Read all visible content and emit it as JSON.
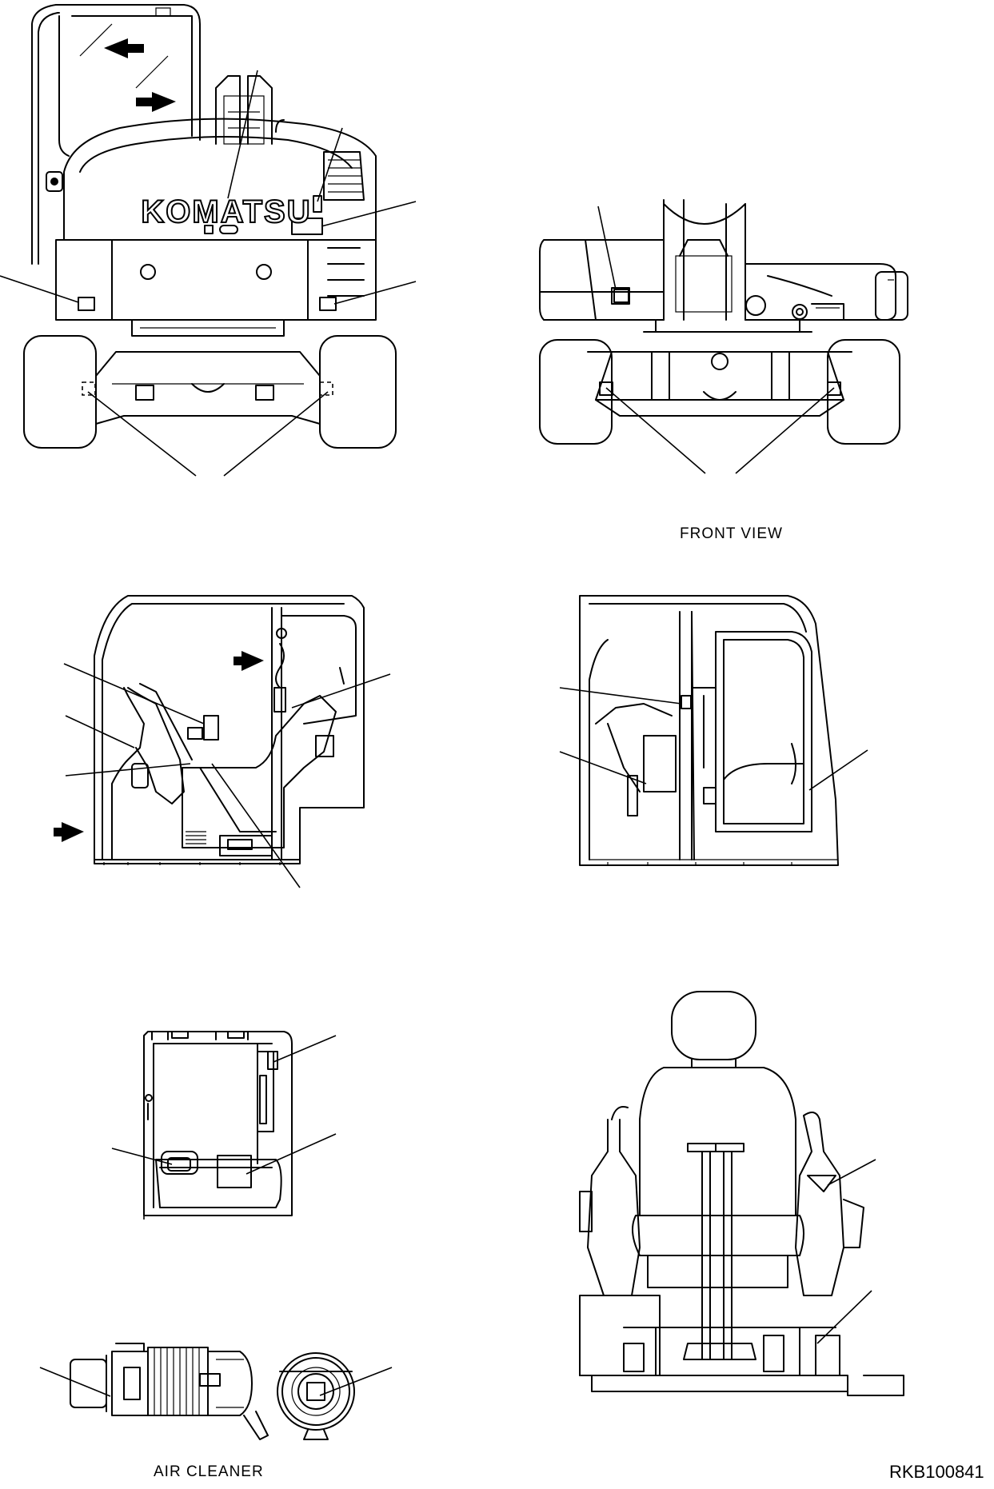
{
  "labels": {
    "front_view": "FRONT VIEW",
    "air_cleaner": "AIR CLEANER",
    "drawing_code": "RKB100841"
  },
  "logo": {
    "text": "KOMATSU"
  }
}
